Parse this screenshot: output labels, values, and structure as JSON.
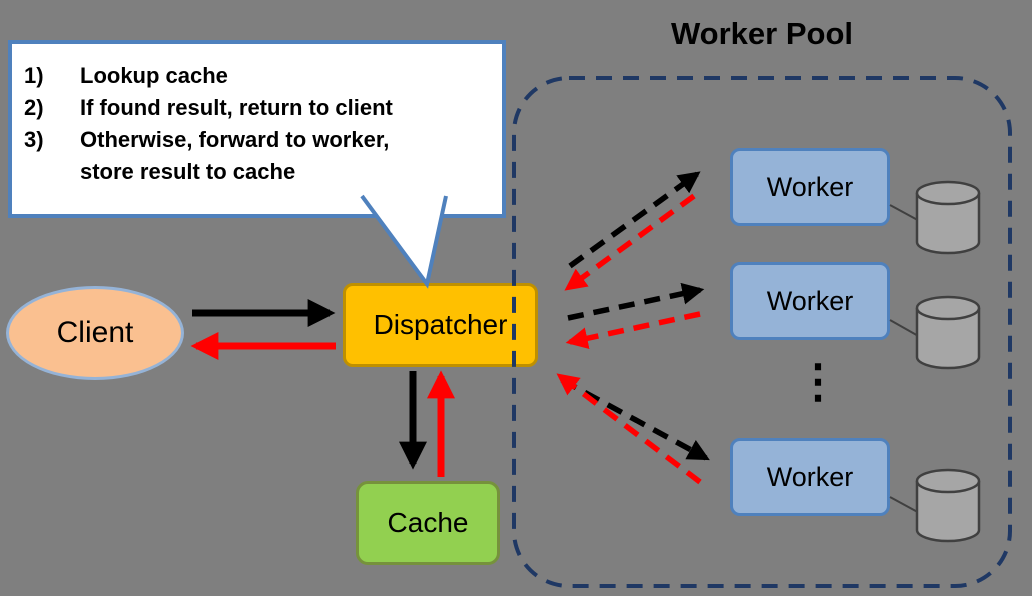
{
  "callout": {
    "steps": [
      {
        "num": "1)",
        "text": "Lookup cache"
      },
      {
        "num": "2)",
        "text": "If found result, return to client"
      },
      {
        "num": "3)",
        "text": "Otherwise, forward to worker,\nstore result to cache"
      }
    ]
  },
  "nodes": {
    "client": {
      "label": "Client"
    },
    "dispatcher": {
      "label": "Dispatcher"
    },
    "cache": {
      "label": "Cache"
    }
  },
  "worker_pool": {
    "title": "Worker Pool",
    "workers": [
      {
        "label": "Worker",
        "icon": "database-cylinder"
      },
      {
        "label": "Worker",
        "icon": "database-cylinder"
      },
      {
        "label": "Worker",
        "icon": "database-cylinder"
      }
    ],
    "ellipsis": "⋮"
  },
  "edges": [
    {
      "from": "client",
      "to": "dispatcher",
      "style": "solid",
      "color": "black"
    },
    {
      "from": "dispatcher",
      "to": "client",
      "style": "solid",
      "color": "red"
    },
    {
      "from": "dispatcher",
      "to": "cache",
      "style": "solid",
      "color": "black"
    },
    {
      "from": "cache",
      "to": "dispatcher",
      "style": "solid",
      "color": "red"
    },
    {
      "from": "dispatcher",
      "to": "worker-1",
      "style": "dashed",
      "color": "black"
    },
    {
      "from": "worker-1",
      "to": "dispatcher",
      "style": "dashed",
      "color": "red"
    },
    {
      "from": "dispatcher",
      "to": "worker-2",
      "style": "dashed",
      "color": "black"
    },
    {
      "from": "worker-2",
      "to": "dispatcher",
      "style": "dashed",
      "color": "red"
    },
    {
      "from": "dispatcher",
      "to": "worker-3",
      "style": "dashed",
      "color": "black"
    },
    {
      "from": "worker-3",
      "to": "dispatcher",
      "style": "dashed",
      "color": "red"
    }
  ],
  "colors": {
    "background": "#7F7F7F",
    "callout_border": "#4F81BD",
    "client_fill": "#FAC090",
    "client_border": "#95B3D7",
    "dispatcher_fill": "#FFC000",
    "dispatcher_border": "#BF9000",
    "cache_fill": "#92D050",
    "cache_border": "#76923C",
    "worker_fill": "#95B3D7",
    "worker_border": "#4F81BD",
    "pool_border": "#1F3864",
    "cylinder_fill": "#A6A6A6",
    "cylinder_border": "#404040",
    "arrow_black": "#000000",
    "arrow_red": "#FF0000"
  }
}
